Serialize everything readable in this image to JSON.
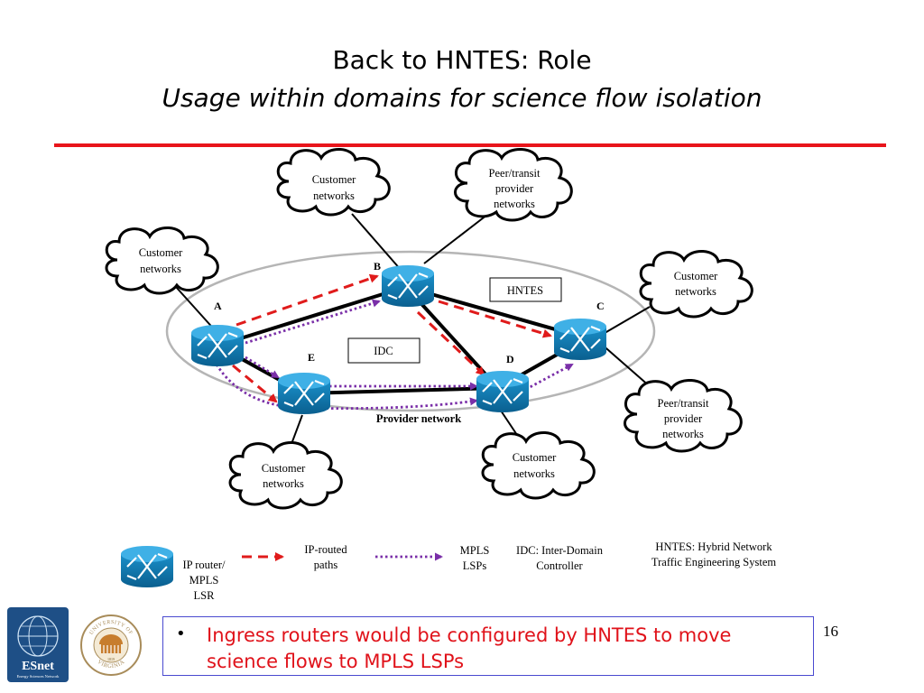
{
  "slide": {
    "title_line1": "Back to HNTES: Role",
    "title_line2": "Usage within domains for science flow isolation",
    "page_number": "16",
    "accent_color": "#e8151b"
  },
  "diagram": {
    "clouds": {
      "customer_top": [
        "Customer",
        "networks"
      ],
      "peer_top": [
        "Peer/transit",
        "provider",
        "networks"
      ],
      "customer_left": [
        "Customer",
        "networks"
      ],
      "customer_right": [
        "Customer",
        "networks"
      ],
      "peer_right": [
        "Peer/transit",
        "provider",
        "networks"
      ],
      "customer_bottom_left": [
        "Customer",
        "networks"
      ],
      "customer_bottom_mid": [
        "Customer",
        "networks"
      ]
    },
    "routers": {
      "A": "A",
      "B": "B",
      "C": "C",
      "D": "D",
      "E": "E"
    },
    "hntes_box": "HNTES",
    "idc_box": "IDC",
    "provider_network": "Provider network",
    "router_color": "#1a8fc9",
    "ip_path_color": "#e01b1b",
    "mpls_path_color": "#7a2fa8"
  },
  "legend": {
    "router": [
      "IP router/",
      "MPLS",
      "LSR"
    ],
    "ip_routed": [
      "IP-routed",
      "paths"
    ],
    "mpls": [
      "MPLS",
      "LSPs"
    ],
    "idc": [
      "IDC: Inter-Domain",
      "Controller"
    ],
    "hntes": [
      "HNTES: Hybrid Network",
      "Traffic Engineering System"
    ]
  },
  "bullet": {
    "symbol": "•",
    "text": "Ingress routers would be configured by HNTES to move science flows to MPLS LSPs",
    "color": "#e0121a"
  },
  "logos": {
    "esnet": "ESnet",
    "esnet_tagline": "Energy Sciences Network",
    "uva_top": "UNIVERSITY OF",
    "uva_bottom": "VIRGINIA",
    "uva_year": "1819"
  }
}
